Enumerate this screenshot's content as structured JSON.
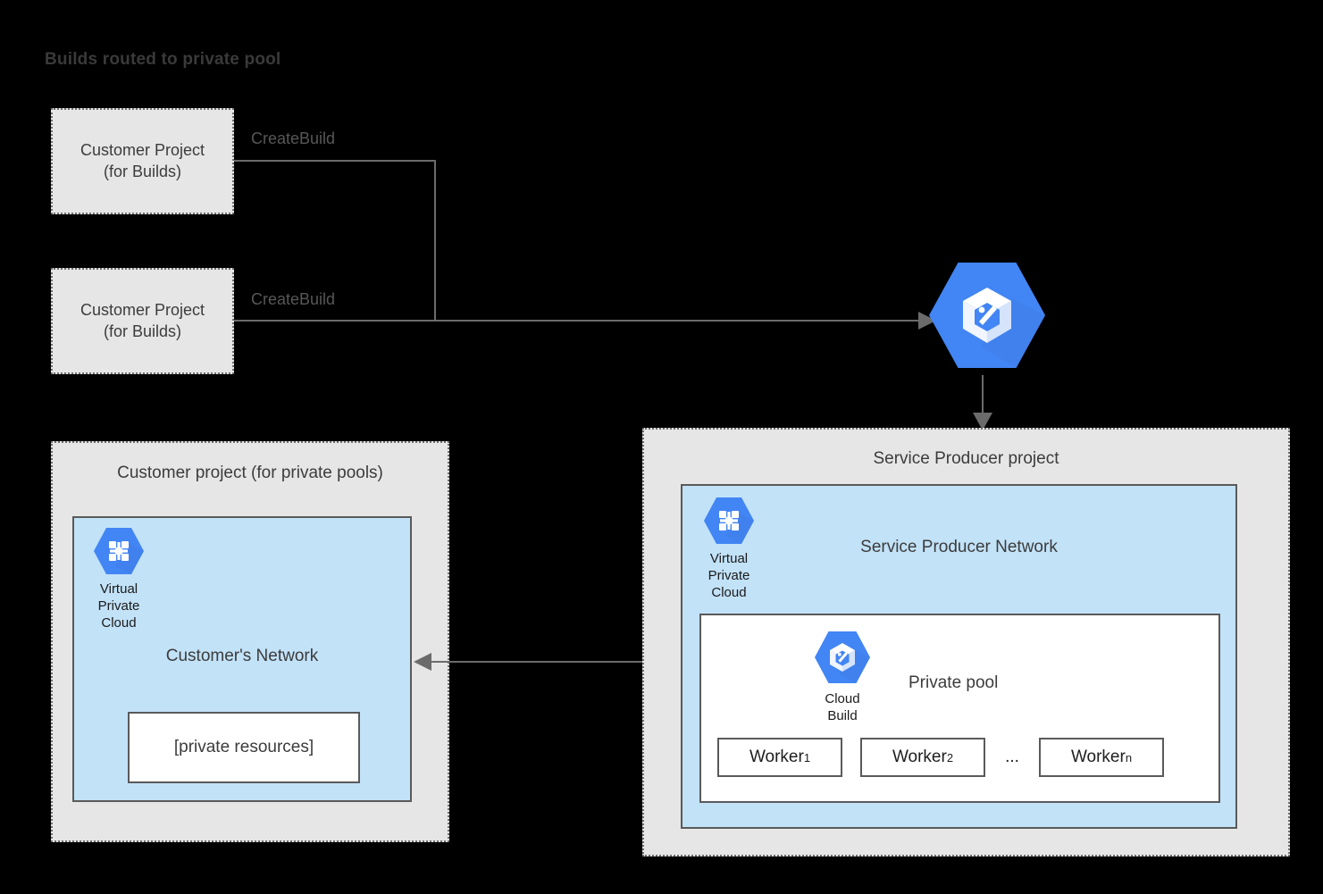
{
  "title": "Builds routed to private pool",
  "customer_build_projects": [
    {
      "label": "Customer Project\n(for Builds)",
      "edge_label": "CreateBuild"
    },
    {
      "label": "Customer Project\n(for Builds)",
      "edge_label": "CreateBuild"
    }
  ],
  "cloud_build_service": {
    "icon": "cloud-build-icon",
    "name": "Cloud Build"
  },
  "customer_private_pools_project": {
    "title": "Customer project (for private pools)",
    "network": {
      "title": "Customer's Network",
      "vpc_icon": "virtual-private-cloud-icon",
      "vpc_caption": "Virtual\nPrivate\nCloud",
      "resources_box": "[private resources]"
    }
  },
  "service_producer_project": {
    "title": "Service Producer project",
    "network": {
      "title": "Service Producer Network",
      "vpc_icon": "virtual-private-cloud-icon",
      "vpc_caption": "Virtual\nPrivate\nCloud"
    },
    "private_pool": {
      "label": "Private pool",
      "cloud_build_icon": "cloud-build-icon",
      "cloud_build_caption": "Cloud\nBuild",
      "workers": [
        {
          "name": "Worker",
          "sub": "1"
        },
        {
          "name": "Worker",
          "sub": "2"
        },
        {
          "ellipsis": "..."
        },
        {
          "name": "Worker",
          "sub": "n"
        }
      ]
    }
  },
  "colors": {
    "background": "#000000",
    "project_fill": "#e6e6e6",
    "network_fill": "#c2e2f8",
    "border": "#5a5a5a",
    "line": "#6b6b6b",
    "google_blue": "#4285f4",
    "text": "#3c3c3c"
  }
}
